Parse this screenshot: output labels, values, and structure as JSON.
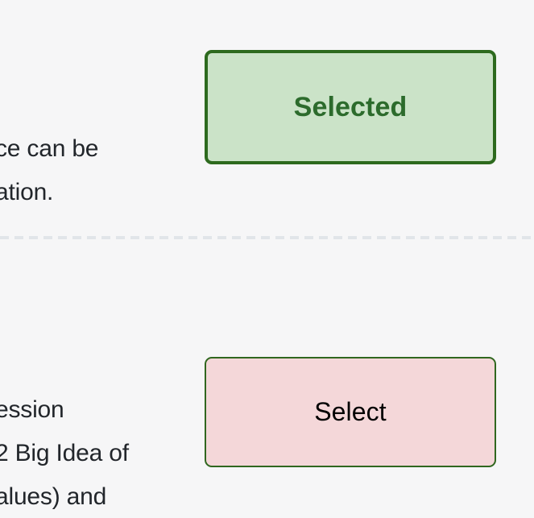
{
  "page": {
    "background_color": "#f6f6f7",
    "text_color": "#22262b"
  },
  "items": [
    {
      "id": "item-top",
      "description_lines": [
        "ce can be",
        "ation."
      ],
      "button": {
        "label": "Selected",
        "state": "selected",
        "fill_color": "#cbe3c8",
        "border_color": "#2d6a1e",
        "text_color": "#2c6b2c"
      }
    },
    {
      "id": "item-bottom",
      "description_lines": [
        "ession",
        "2 Big Idea of",
        "alues) and"
      ],
      "button": {
        "label": "Select",
        "state": "unselected",
        "fill_color": "#f4d7d9",
        "border_color": "#30671f",
        "text_color": "#000000"
      }
    }
  ],
  "divider": {
    "style": "dashed",
    "color": "#e1e5e9"
  }
}
